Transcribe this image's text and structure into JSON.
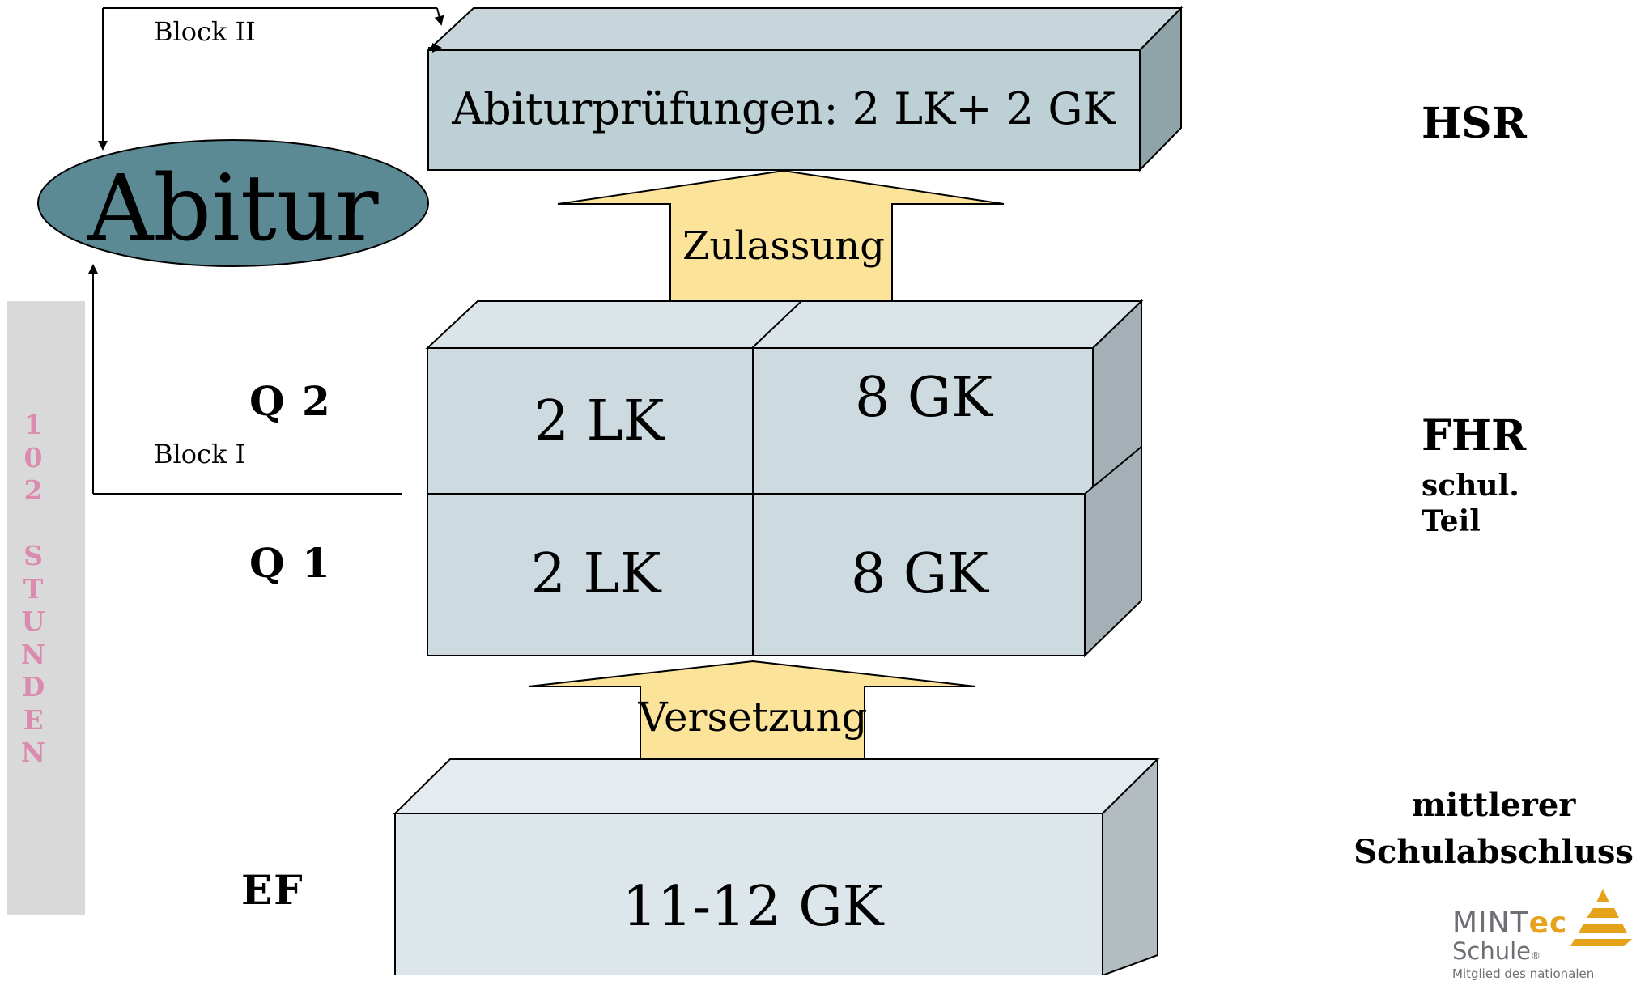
{
  "boxes": {
    "abiturpruefungen": "Abiturprüfungen: 2 LK+ 2 GK",
    "q2_lk": "2 LK",
    "q2_gk": "8 GK",
    "q1_lk": "2 LK",
    "q1_gk": "8 GK",
    "ef": "11-12 GK"
  },
  "arrows": {
    "zulassung": "Zulassung",
    "versetzung": "Versetzung"
  },
  "abitur": "Abitur",
  "blocks": {
    "block_ii": "Block II",
    "block_i": "Block I"
  },
  "stufen": {
    "q2": "Q 2",
    "q1": "Q 1",
    "ef": "EF"
  },
  "abschluesse": {
    "hsr": "HSR",
    "fhr": "FHR",
    "fhr_sub": "schul.\nTeil",
    "mittlerer": "mittlerer\nSchulabschluss"
  },
  "stunden": "1\n0\n2\n\nS\nT\nU\nN\nD\nE\nN",
  "logo": {
    "mint": "MINT",
    "ec": "ec",
    "schule": "Schule",
    "registered": "®",
    "tagline": "Mitglied des nationalen"
  },
  "colors": {
    "box_front": "#cddbe0",
    "box_top": "#dbe5e9",
    "box_side": "#a4b0b5",
    "top_box_front": "#bcd0d5",
    "top_box_side": "#8fa4a9",
    "ef_front": "#dde6ea",
    "ef_side": "#b3bcc0",
    "arrow_fill": "#fbe39a",
    "ellipse_fill": "#5b8a94",
    "stunden_bg": "#d9d9d9",
    "stunden_text": "#d98cb0",
    "mintec_accent": "#e5a31b"
  }
}
